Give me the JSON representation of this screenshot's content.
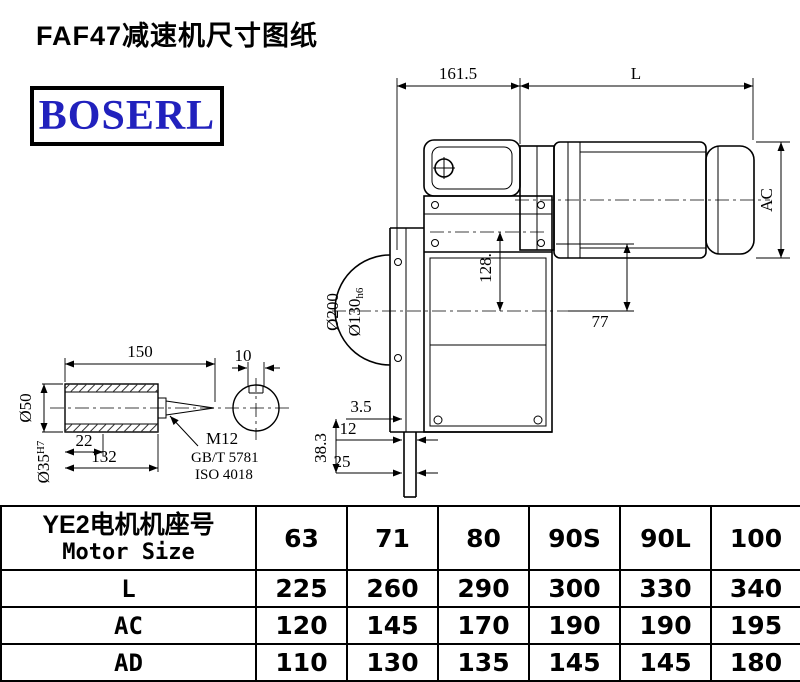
{
  "page": {
    "title": "FAF47减速机尺寸图纸",
    "logo_text": "BOSERL",
    "logo_color": "#2121bd"
  },
  "drawing": {
    "dims": {
      "w161": "161.5",
      "L": "L",
      "AC": "AC",
      "d200": "Ø200",
      "d130": "Ø130",
      "d130_tol": "h6",
      "c128": "128.",
      "v77": "77",
      "g35": "3.5",
      "g12": "12",
      "g25": "25",
      "g383": "38.3",
      "s150": "150",
      "d50": "Ø50",
      "d35": "Ø35",
      "d35_tol": "H7",
      "s22": "22",
      "s132": "132",
      "k10": "10",
      "m12": "M12",
      "std_gb": "GB/T 5781",
      "std_iso": "ISO 4018"
    }
  },
  "table": {
    "header_cn": "YE2电机机座号",
    "header_en": "Motor Size",
    "col_headers": [
      "63",
      "71",
      "80",
      "90S",
      "90L",
      "100"
    ],
    "rows": [
      {
        "label": "L",
        "values": [
          "225",
          "260",
          "290",
          "300",
          "330",
          "340"
        ]
      },
      {
        "label": "AC",
        "values": [
          "120",
          "145",
          "170",
          "190",
          "190",
          "195"
        ]
      },
      {
        "label": "AD",
        "values": [
          "110",
          "130",
          "135",
          "145",
          "145",
          "180"
        ]
      }
    ]
  }
}
